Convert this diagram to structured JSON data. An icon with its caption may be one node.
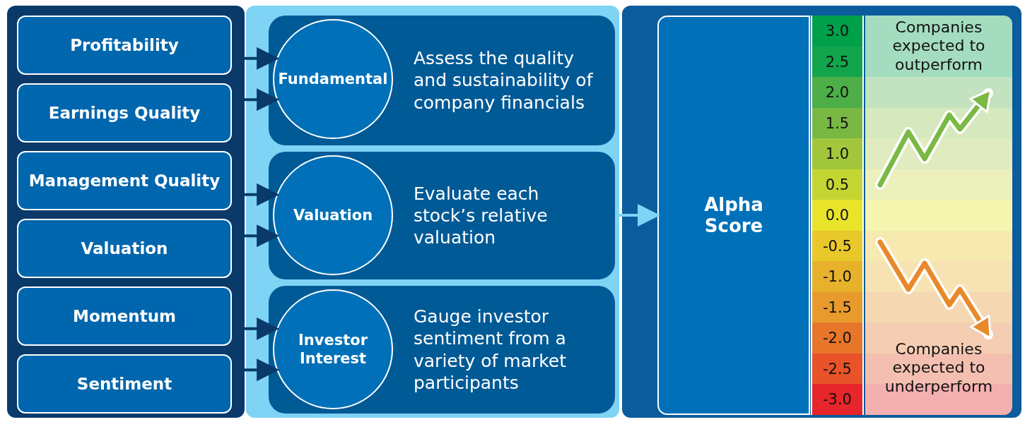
{
  "diagram": {
    "nodes": [
      {
        "text": [],
        "shape": "box"
      },
      {
        "text": [
          "Profitability"
        ],
        "in": 0
      },
      {
        "text": [
          "Earnings Quality"
        ],
        "in": 0
      },
      {
        "text": [
          "Management Quality"
        ],
        "in": 0
      },
      {
        "text": [
          "Valuation"
        ],
        "in": 0
      },
      {
        "text": [
          "Momentum"
        ],
        "in": 0
      },
      {
        "text": [
          "Sentiment"
        ],
        "in": 0
      },
      {
        "text": [],
        "shape": "box"
      },
      {
        "text": [
          "Assess the quality and sustainability of company financials"
        ],
        "in": 7
      },
      {
        "text": [
          "Fundamental"
        ],
        "in": 8
      },
      {
        "text": [
          "Evaluate each stock’s relative valuation"
        ],
        "in": 7
      },
      {
        "text": [
          "Valuation"
        ],
        "in": 10
      },
      {
        "text": [
          "Gauge investor sentiment from a variety of market participants"
        ],
        "in": 7
      },
      {
        "text": [
          "Investor Interest"
        ],
        "in": 12
      },
      {
        "text": [],
        "shape": "box"
      },
      {
        "text": [
          "Alpha Score"
        ],
        "in": 14
      },
      {
        "text": [
          "3.0"
        ],
        "in": 14
      },
      {
        "text": [
          "2.5"
        ],
        "in": 14
      },
      {
        "text": [
          "2.0"
        ],
        "in": 14
      },
      {
        "text": [
          "1.5"
        ],
        "in": 14
      },
      {
        "text": [
          "1.0"
        ],
        "in": 14
      },
      {
        "text": [
          "0.5"
        ],
        "in": 14
      },
      {
        "text": [
          "0.0"
        ],
        "in": 14
      },
      {
        "text": [
          "-0.5"
        ],
        "in": 14
      },
      {
        "text": [
          "-1.0"
        ],
        "in": 14
      },
      {
        "text": [
          "-1.5"
        ],
        "in": 14
      },
      {
        "text": [
          "-2.0"
        ],
        "in": 14
      },
      {
        "text": [
          "-2.5"
        ],
        "in": 14
      },
      {
        "text": [
          "-3.0"
        ],
        "in": 14
      }
    ],
    "edges": [
      {
        "from": 1,
        "to": 9,
        "arrow": "to"
      },
      {
        "from": 2,
        "to": 9,
        "arrow": "to"
      },
      {
        "from": 3,
        "to": 11,
        "arrow": "to"
      },
      {
        "from": 4,
        "to": 11,
        "arrow": "to"
      },
      {
        "from": 5,
        "to": 13,
        "arrow": "to"
      },
      {
        "from": 6,
        "to": 13,
        "arrow": "to"
      },
      {
        "from": 7,
        "to": 15,
        "arrow": "to",
        "color": "#7fd3f5"
      }
    ],
    "labels": [
      "Companies expected to outperform",
      "Companies expected to underperform"
    ]
  }
}
